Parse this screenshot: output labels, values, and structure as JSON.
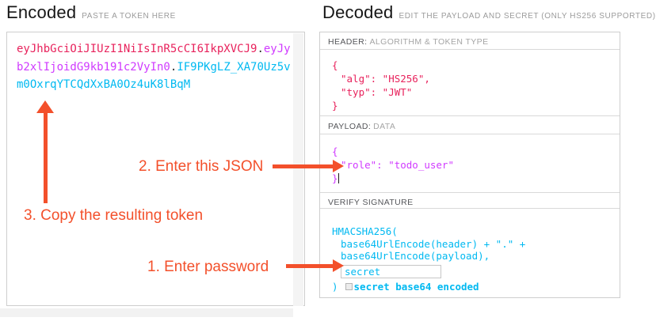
{
  "encoded": {
    "title": "Encoded",
    "subtitle": "PASTE A TOKEN HERE",
    "token_parts": {
      "header": "eyJhbGciOiJIUzI1NiIsInR5cCI6IkpXVCJ9",
      "separator1": ".",
      "payload": "eyJyb2xlIjoidG9kb191c2VyIn0",
      "separator2": ".",
      "signature": "IF9PKgLZ_XA70Uz5vm0OxrqYTCQdXxBA0Oz4uK8lBqM"
    }
  },
  "decoded": {
    "title": "Decoded",
    "subtitle": "EDIT THE PAYLOAD AND SECRET (ONLY HS256 SUPPORTED)",
    "sections": {
      "header": {
        "label": "HEADER:",
        "label_detail": "ALGORITHM & TOKEN TYPE",
        "code": {
          "open": "{",
          "line1": "\"alg\": \"HS256\",",
          "line2": "\"typ\": \"JWT\"",
          "close": "}"
        }
      },
      "payload": {
        "label": "PAYLOAD:",
        "label_detail": "DATA",
        "code": {
          "open": "{",
          "line1": "\"role\": \"todo_user\"",
          "close": "}"
        }
      },
      "signature": {
        "label": "VERIFY SIGNATURE",
        "code": {
          "line1": "HMACSHA256(",
          "line2": "base64UrlEncode(header) + \".\" +",
          "line3": "base64UrlEncode(payload),",
          "close_paren": ")"
        },
        "secret_input": {
          "value": "secret"
        },
        "checkbox_label": "secret base64 encoded",
        "checkbox_checked": false
      }
    }
  },
  "annotations": {
    "step1": "1. Enter password",
    "step2": "2. Enter this JSON",
    "step3": "3. Copy the resulting token"
  },
  "colors": {
    "token_header": "#e8225c",
    "token_payload": "#d03aff",
    "token_signature": "#00b9f1",
    "annotation_orange": "#f3502b",
    "panel_border": "#cecece"
  }
}
